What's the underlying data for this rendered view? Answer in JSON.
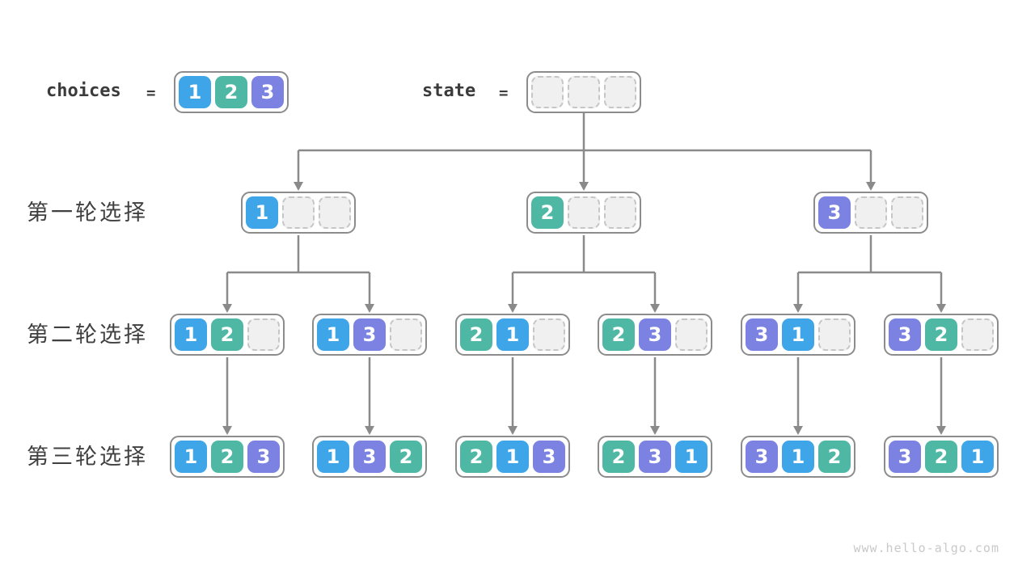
{
  "header": {
    "choices_label": "choices",
    "state_label": "state",
    "equals_sign": "="
  },
  "row_labels": [
    {
      "label": "第一轮选择"
    },
    {
      "label": "第二轮选择"
    },
    {
      "label": "第三轮选择"
    }
  ],
  "nodes": {
    "choices": [
      1,
      2,
      3
    ],
    "state": [
      null,
      null,
      null
    ],
    "round1": [
      [
        1,
        null,
        null
      ],
      [
        2,
        null,
        null
      ],
      [
        3,
        null,
        null
      ]
    ],
    "round2": [
      [
        1,
        2,
        null
      ],
      [
        1,
        3,
        null
      ],
      [
        2,
        1,
        null
      ],
      [
        2,
        3,
        null
      ],
      [
        3,
        1,
        null
      ],
      [
        3,
        2,
        null
      ]
    ],
    "round3": [
      [
        1,
        2,
        3
      ],
      [
        1,
        3,
        2
      ],
      [
        2,
        1,
        3
      ],
      [
        2,
        3,
        1
      ],
      [
        3,
        1,
        2
      ],
      [
        3,
        2,
        1
      ]
    ]
  },
  "colors": {
    "1": "#3EA5E9",
    "2": "#4FB8A5",
    "3": "#7B82E2",
    "empty_fill": "#F0F0F0",
    "empty_border": "#C6C6C6",
    "line": "#8A8A8A",
    "box_border": "#8C8C8C"
  },
  "watermark": "www.hello-algo.com"
}
